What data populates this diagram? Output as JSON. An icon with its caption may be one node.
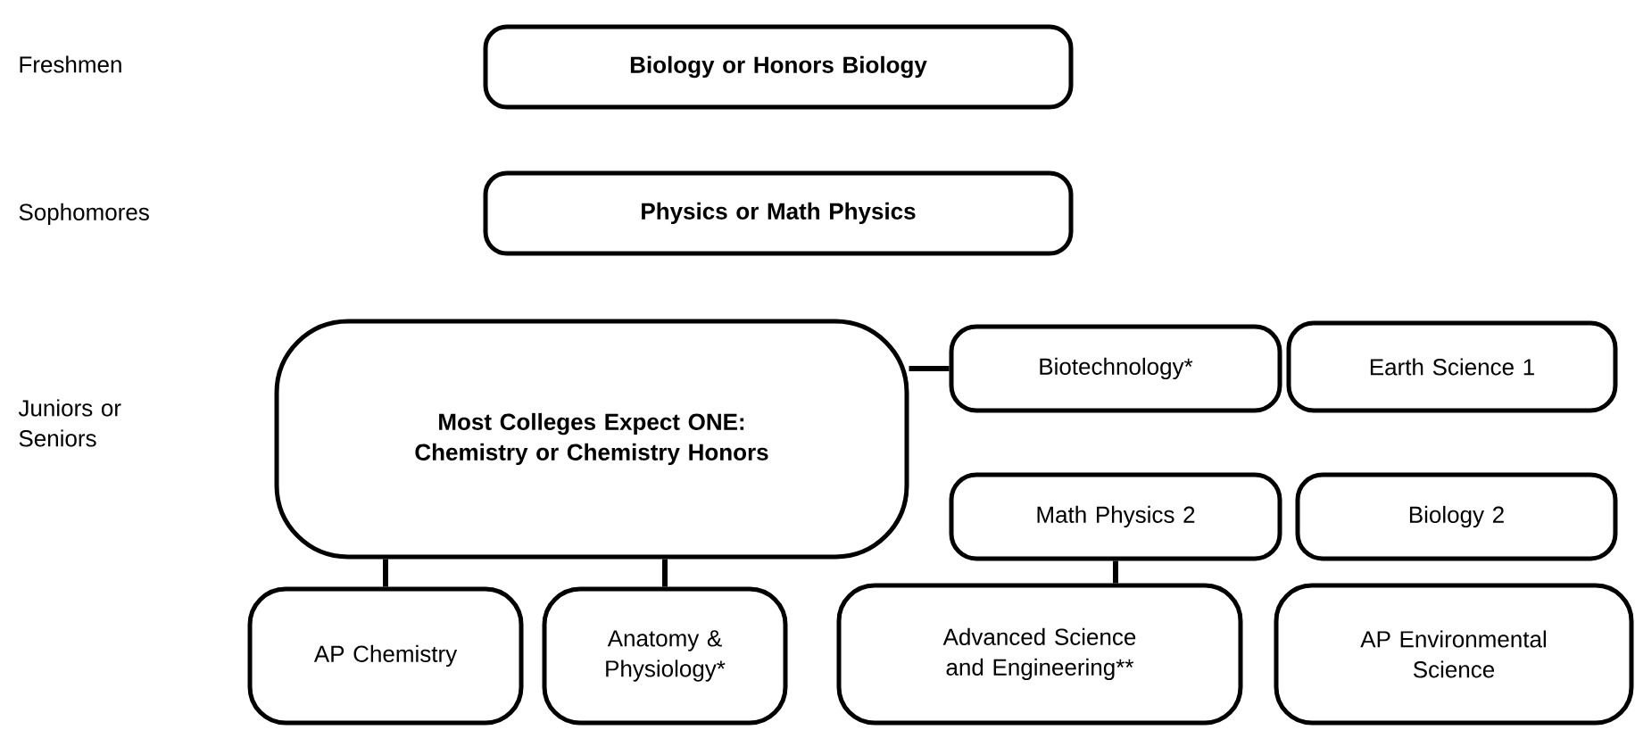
{
  "diagram": {
    "nodes": [
      {
        "text": [
          "Biology or Honors Biology"
        ]
      },
      {
        "text": [
          "Physics or Math Physics"
        ]
      },
      {
        "text": [
          "Most Colleges Expect ONE: Chemistry or Chemistry Honors"
        ]
      },
      {
        "text": [
          "Biotechnology*"
        ]
      },
      {
        "text": [
          "Earth Science 1"
        ]
      },
      {
        "text": [
          "Math Physics 2"
        ]
      },
      {
        "text": [
          "Biology 2"
        ]
      },
      {
        "text": [
          "AP Chemistry"
        ]
      },
      {
        "text": [
          "Anatomy & Physiology*"
        ]
      },
      {
        "text": [
          "Advanced Science and Engineering**"
        ]
      },
      {
        "text": [
          "AP Environmental Science"
        ]
      }
    ],
    "edges": [
      {
        "from": 2,
        "to": 3,
        "arrow": "none"
      },
      {
        "from": 2,
        "to": 7,
        "arrow": "none"
      },
      {
        "from": 2,
        "to": 8,
        "arrow": "none"
      },
      {
        "from": 5,
        "to": 9,
        "arrow": "none"
      }
    ],
    "labels": [
      "Freshmen",
      "Sophomores",
      "Juniors or Seniors"
    ]
  }
}
